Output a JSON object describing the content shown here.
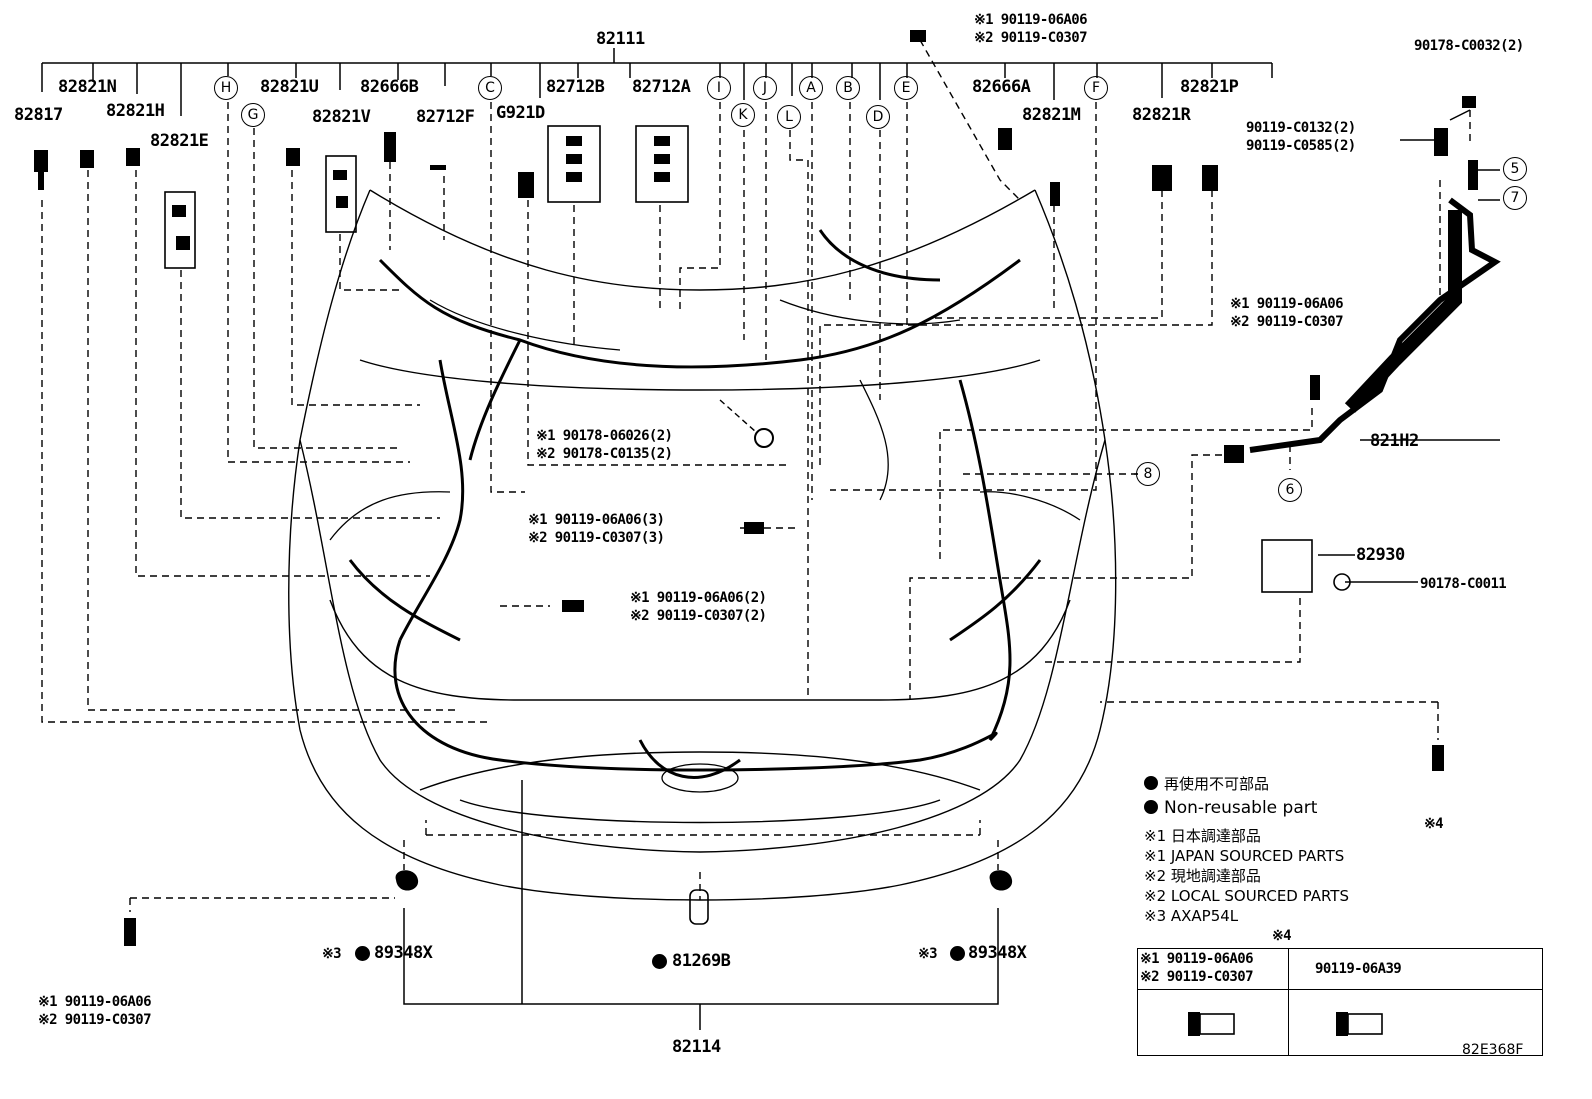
{
  "diagram": {
    "main_harness": "82111",
    "top_clip": {
      "line1": "※1 90119-06A06",
      "line2": "※2 90119-C0307"
    },
    "part_labels": {
      "p82817": "82817",
      "p82821N": "82821N",
      "p82821H": "82821H",
      "p82821E": "82821E",
      "p82821U": "82821U",
      "p82821V": "82821V",
      "p82666B": "82666B",
      "p82712F": "82712F",
      "pG921D": "G921D",
      "p82712B": "82712B",
      "p82712A": "82712A",
      "p82666A": "82666A",
      "p82821M": "82821M",
      "p82821R": "82821R",
      "p82821P": "82821P",
      "p90178C0032": "90178-C0032(2)",
      "p821H2": "821H2",
      "p82930": "82930",
      "p90178C0011": "90178-C0011",
      "p82114": "82114",
      "p81269B": "81269B",
      "p89348X_left": "89348X",
      "p89348X_right": "89348X",
      "mark3_left": "※3",
      "mark3_right": "※3",
      "mark4": "※4"
    },
    "circle_letters": {
      "H": "H",
      "G": "G",
      "C": "C",
      "I": "I",
      "K": "K",
      "J": "J",
      "A": "A",
      "L": "L",
      "B": "B",
      "D": "D",
      "E": "E",
      "F": "F"
    },
    "circle_numbers": {
      "n5": "5",
      "n7": "7",
      "n8": "8",
      "n6": "6"
    },
    "fastener_notes": {
      "right_top": {
        "line1": "90119-C0132(2)",
        "line2": "90119-C0585(2)"
      },
      "right_mid": {
        "line1": "※1 90119-06A06",
        "line2": "※2 90119-C0307"
      },
      "center_nut": {
        "line1": "※1 90178-06026(2)",
        "line2": "※2 90178-C0135(2)"
      },
      "center_bolt3": {
        "line1": "※1 90119-06A06(3)",
        "line2": "※2 90119-C0307(3)"
      },
      "center_bolt2": {
        "line1": "※1 90119-06A06(2)",
        "line2": "※2 90119-C0307(2)"
      },
      "bottom_left": {
        "line1": "※1 90119-06A06",
        "line2": "※2 90119-C0307"
      }
    },
    "legend": {
      "non_reuse_jp": "再使用不可部品",
      "non_reuse_en": "Non-reusable part",
      "n1_jp": "※1 日本調達部品",
      "n1_en": "※1 JAPAN SOURCED PARTS",
      "n2_jp": "※2 現地調達部品",
      "n2_en": "※2 LOCAL SOURCED PARTS",
      "n3": "※3 AXAP54L"
    },
    "table4": {
      "title": "※4",
      "col1_line1": "※1 90119-06A06",
      "col1_line2": "※2 90119-C0307",
      "col2": "90119-06A39"
    },
    "figure_code": "82E368F"
  }
}
